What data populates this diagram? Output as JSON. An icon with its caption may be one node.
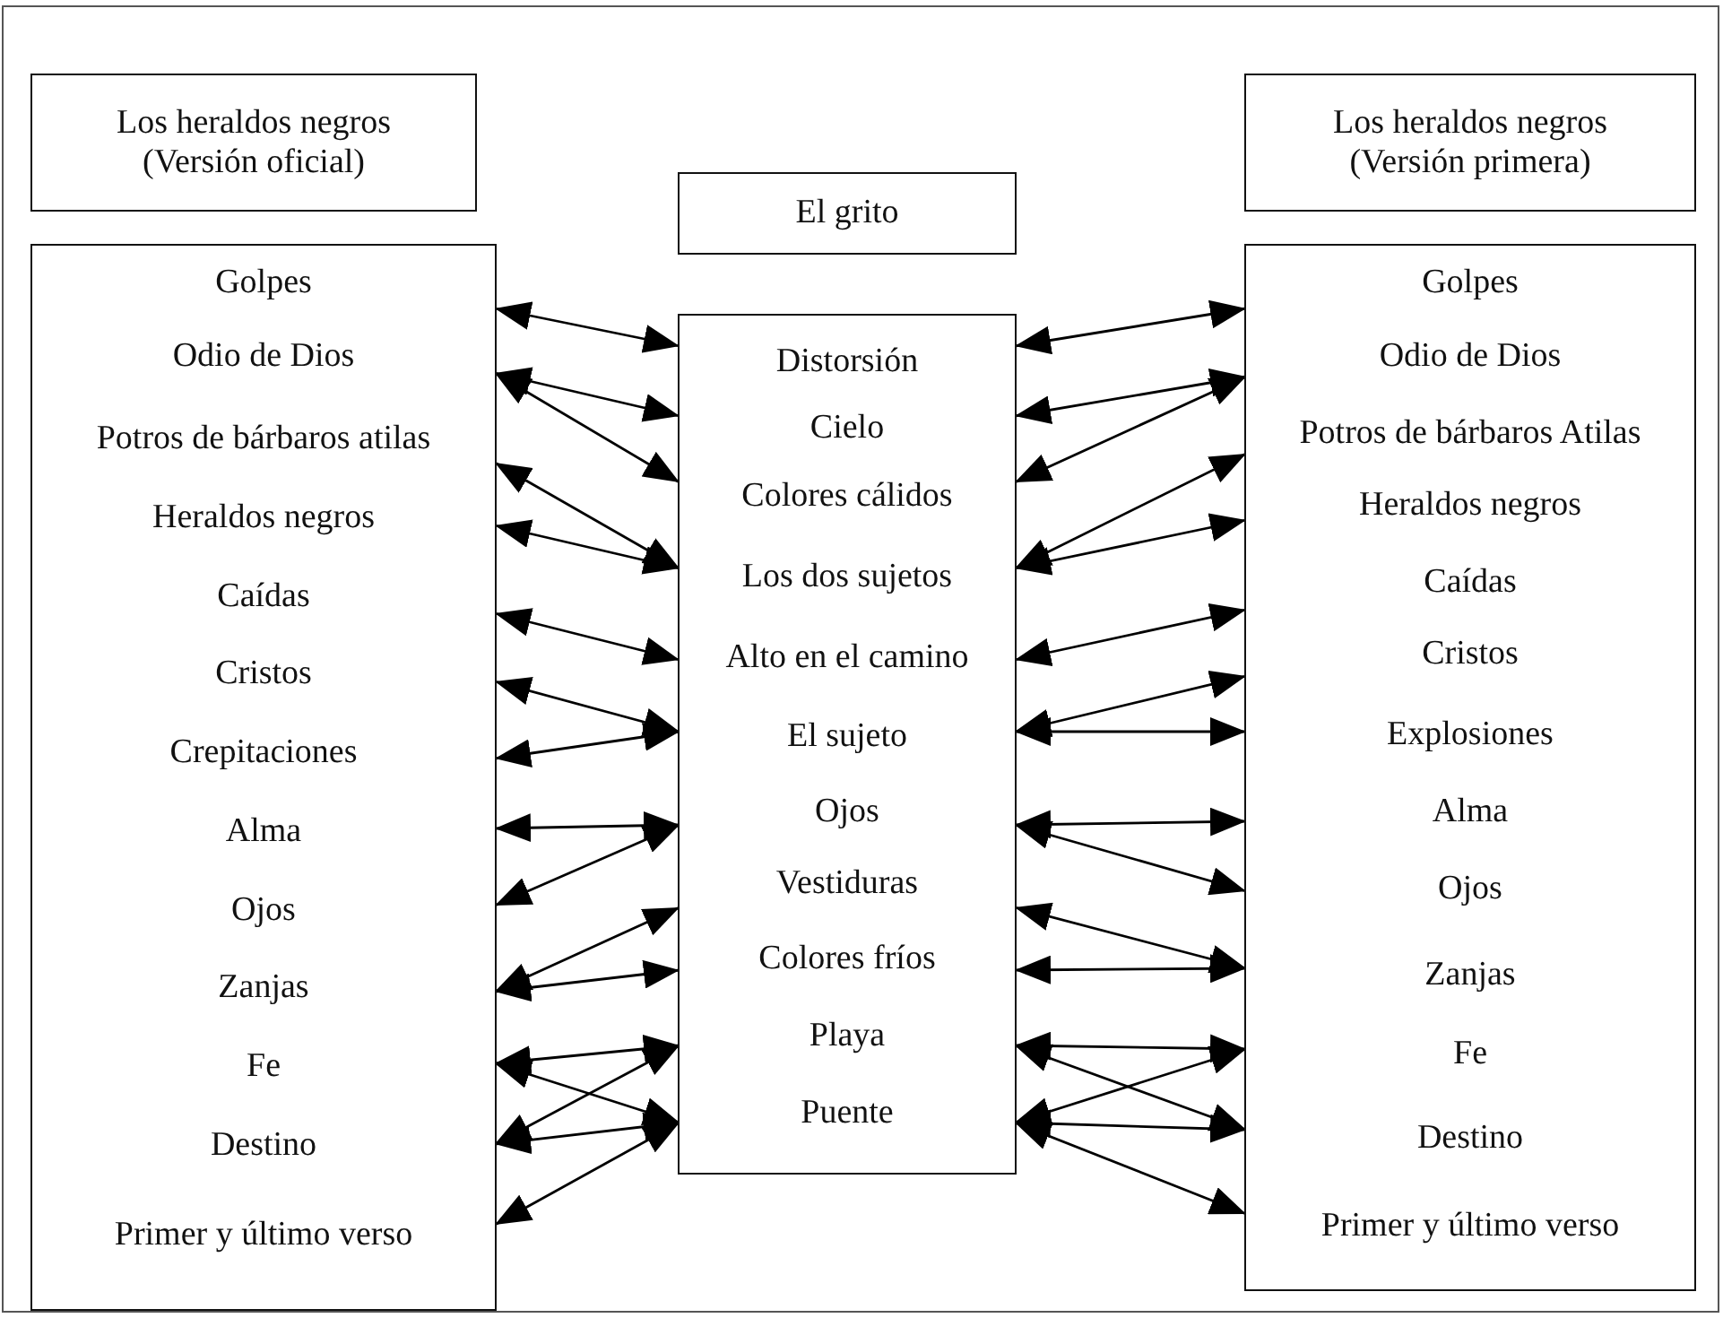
{
  "diagram": {
    "nodes": [
      {
        "text": [
          "Los heraldos negros (Versión oficial)"
        ]
      },
      {
        "text": [
          "El grito"
        ]
      },
      {
        "text": [
          "Los heraldos negros (Versión primera)"
        ]
      },
      {
        "text": [],
        "shape": "box"
      },
      {
        "text": [
          "Golpes"
        ],
        "in": 3
      },
      {
        "text": [
          "Odio de Dios"
        ],
        "in": 3
      },
      {
        "text": [
          "Potros de bárbaros atilas"
        ],
        "in": 3
      },
      {
        "text": [
          "Heraldos negros"
        ],
        "in": 3
      },
      {
        "text": [
          "Caídas"
        ],
        "in": 3
      },
      {
        "text": [
          "Cristos"
        ],
        "in": 3
      },
      {
        "text": [
          "Crepitaciones"
        ],
        "in": 3
      },
      {
        "text": [
          "Alma"
        ],
        "in": 3
      },
      {
        "text": [
          "Ojos"
        ],
        "in": 3
      },
      {
        "text": [
          "Zanjas"
        ],
        "in": 3
      },
      {
        "text": [
          "Fe"
        ],
        "in": 3
      },
      {
        "text": [
          "Destino"
        ],
        "in": 3
      },
      {
        "text": [
          "Primer y último verso"
        ],
        "in": 3
      },
      {
        "text": [],
        "shape": "box"
      },
      {
        "text": [
          "Distorsión"
        ],
        "in": 17
      },
      {
        "text": [
          "Cielo"
        ],
        "in": 17
      },
      {
        "text": [
          "Colores cálidos"
        ],
        "in": 17
      },
      {
        "text": [
          "Los dos sujetos"
        ],
        "in": 17
      },
      {
        "text": [
          "Alto en el camino"
        ],
        "in": 17
      },
      {
        "text": [
          "El sujeto"
        ],
        "in": 17
      },
      {
        "text": [
          "Ojos"
        ],
        "in": 17
      },
      {
        "text": [
          "Vestiduras"
        ],
        "in": 17
      },
      {
        "text": [
          "Colores fríos"
        ],
        "in": 17
      },
      {
        "text": [
          "Playa"
        ],
        "in": 17
      },
      {
        "text": [
          "Puente"
        ],
        "in": 17
      },
      {
        "text": [],
        "shape": "box"
      },
      {
        "text": [
          "Golpes"
        ],
        "in": 29
      },
      {
        "text": [
          "Odio de Dios"
        ],
        "in": 29
      },
      {
        "text": [
          "Potros de bárbaros Atilas"
        ],
        "in": 29
      },
      {
        "text": [
          "Heraldos negros"
        ],
        "in": 29
      },
      {
        "text": [
          "Caídas"
        ],
        "in": 29
      },
      {
        "text": [
          "Cristos"
        ],
        "in": 29
      },
      {
        "text": [
          "Explosiones"
        ],
        "in": 29
      },
      {
        "text": [
          "Alma"
        ],
        "in": 29
      },
      {
        "text": [
          "Ojos"
        ],
        "in": 29
      },
      {
        "text": [
          "Zanjas"
        ],
        "in": 29
      },
      {
        "text": [
          "Fe"
        ],
        "in": 29
      },
      {
        "text": [
          "Destino"
        ],
        "in": 29
      },
      {
        "text": [
          "Primer y último verso"
        ],
        "in": 29
      }
    ],
    "edges": [
      {
        "from": 4,
        "to": 18,
        "arrow": "both"
      },
      {
        "from": 5,
        "to": 19,
        "arrow": "both"
      },
      {
        "from": 5,
        "to": 20,
        "arrow": "both"
      },
      {
        "from": 6,
        "to": 21,
        "arrow": "both"
      },
      {
        "from": 7,
        "to": 21,
        "arrow": "both"
      },
      {
        "from": 8,
        "to": 22,
        "arrow": "both"
      },
      {
        "from": 9,
        "to": 23,
        "arrow": "both"
      },
      {
        "from": 10,
        "to": 23,
        "arrow": "both"
      },
      {
        "from": 11,
        "to": 24,
        "arrow": "both"
      },
      {
        "from": 12,
        "to": 24,
        "arrow": "both"
      },
      {
        "from": 13,
        "to": 25,
        "arrow": "both"
      },
      {
        "from": 13,
        "to": 26,
        "arrow": "both"
      },
      {
        "from": 14,
        "to": 27,
        "arrow": "both"
      },
      {
        "from": 14,
        "to": 28,
        "arrow": "both"
      },
      {
        "from": 15,
        "to": 27,
        "arrow": "both"
      },
      {
        "from": 15,
        "to": 28,
        "arrow": "both"
      },
      {
        "from": 16,
        "to": 28,
        "arrow": "both"
      },
      {
        "from": 18,
        "to": 30,
        "arrow": "both"
      },
      {
        "from": 19,
        "to": 31,
        "arrow": "both"
      },
      {
        "from": 20,
        "to": 31,
        "arrow": "both"
      },
      {
        "from": 21,
        "to": 32,
        "arrow": "both"
      },
      {
        "from": 21,
        "to": 33,
        "arrow": "both"
      },
      {
        "from": 22,
        "to": 34,
        "arrow": "both"
      },
      {
        "from": 23,
        "to": 35,
        "arrow": "both"
      },
      {
        "from": 23,
        "to": 36,
        "arrow": "both"
      },
      {
        "from": 24,
        "to": 37,
        "arrow": "both"
      },
      {
        "from": 24,
        "to": 38,
        "arrow": "both"
      },
      {
        "from": 25,
        "to": 39,
        "arrow": "both"
      },
      {
        "from": 26,
        "to": 39,
        "arrow": "both"
      },
      {
        "from": 27,
        "to": 40,
        "arrow": "both"
      },
      {
        "from": 27,
        "to": 41,
        "arrow": "both"
      },
      {
        "from": 28,
        "to": 40,
        "arrow": "both"
      },
      {
        "from": 28,
        "to": 41,
        "arrow": "both"
      },
      {
        "from": 28,
        "to": 42,
        "arrow": "both"
      }
    ]
  }
}
